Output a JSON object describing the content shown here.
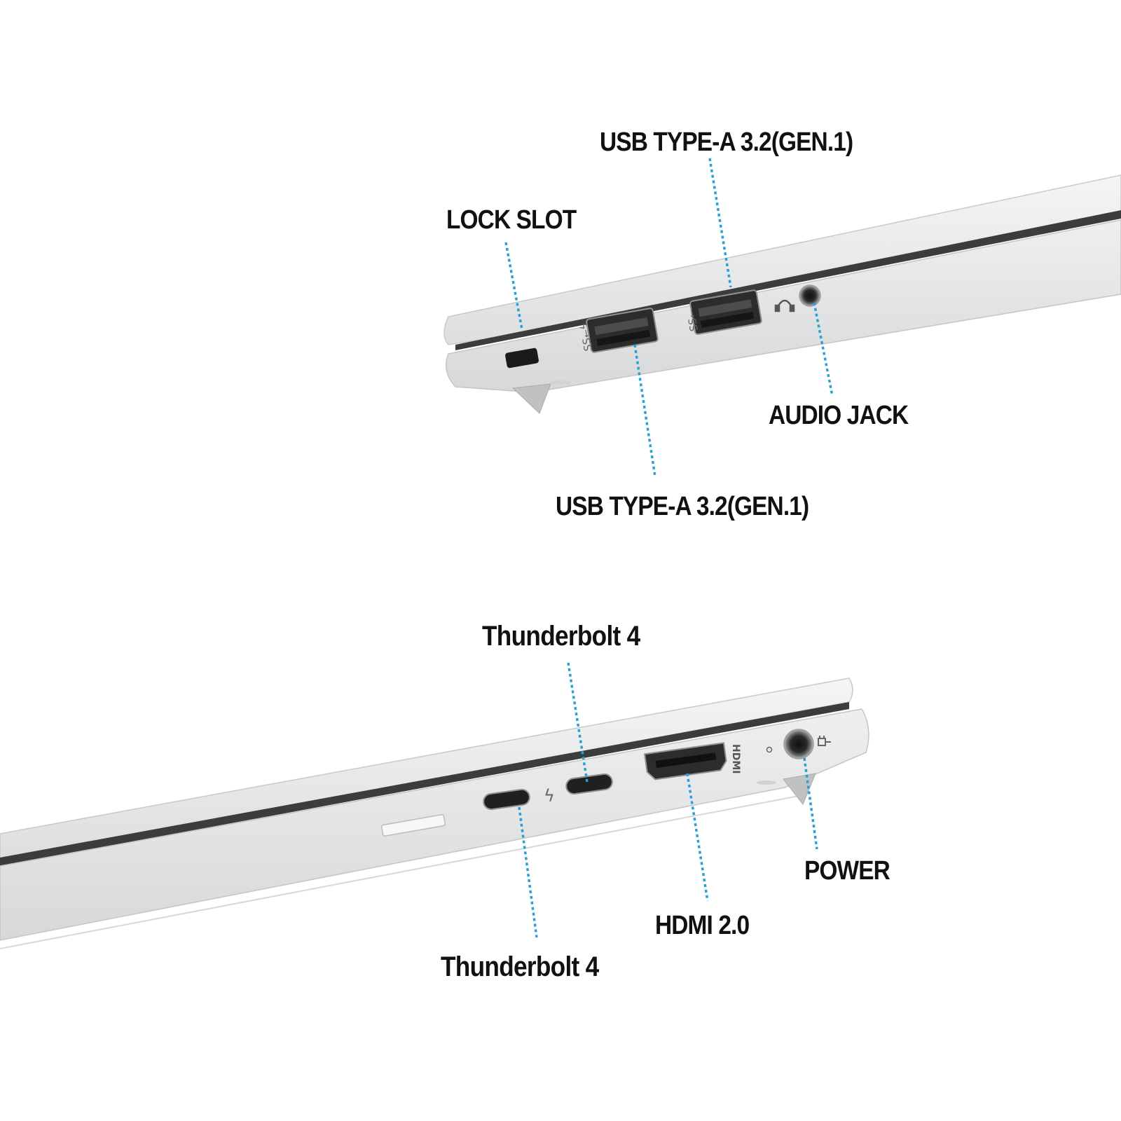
{
  "title": "",
  "colors": {
    "background": "#ffffff",
    "callout_line": "#2a9fd8",
    "chassis_silver": "#e9eaeb",
    "chassis_edge": "#c9cbcd",
    "port_dark": "#2b2d2f",
    "label_text": "#111111"
  },
  "left_side": {
    "labels": {
      "lock_slot": "LOCK SLOT",
      "usb_a_top": "USB TYPE-A 3.2(GEN.1)",
      "usb_a_bottom": "USB TYPE-A 3.2(GEN.1)",
      "audio_jack": "AUDIO JACK"
    },
    "icons": [
      "lock-slot-icon",
      "usb-superspeed-charging-icon",
      "usb-superspeed-icon",
      "headset-icon",
      "audio-jack-icon"
    ]
  },
  "right_side": {
    "labels": {
      "thunderbolt_top": "Thunderbolt 4",
      "thunderbolt_bottom": "Thunderbolt 4",
      "hdmi": "HDMI 2.0",
      "power": "POWER"
    },
    "icons": [
      "thunderbolt-icon",
      "hdmi-port-icon",
      "power-led-icon",
      "power-plug-icon",
      "dc-jack-icon"
    ]
  }
}
